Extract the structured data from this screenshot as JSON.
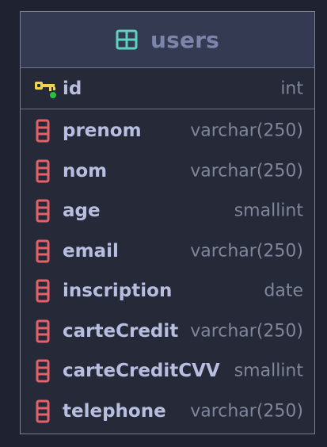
{
  "table": {
    "name": "users",
    "icon": "table-icon",
    "colors": {
      "header_bg": "#343a52",
      "title": "#7c84a8",
      "field_name": "#b8bee0",
      "field_type": "#80859a",
      "column_icon": "#e5616a",
      "key_icon": "#f0d44a",
      "key_dot": "#27c241",
      "table_icon": "#5fd3c0"
    },
    "primary_key": {
      "name": "id",
      "type": "int",
      "icon": "primary-key-icon"
    },
    "fields": [
      {
        "name": "prenom",
        "type": "varchar(250)",
        "icon": "column-icon"
      },
      {
        "name": "nom",
        "type": "varchar(250)",
        "icon": "column-icon"
      },
      {
        "name": "age",
        "type": "smallint",
        "icon": "column-icon"
      },
      {
        "name": "email",
        "type": "varchar(250)",
        "icon": "column-icon"
      },
      {
        "name": "inscription",
        "type": "date",
        "icon": "column-icon"
      },
      {
        "name": "carteCredit",
        "type": "varchar(250)",
        "icon": "column-icon"
      },
      {
        "name": "carteCreditCVV",
        "type": "smallint",
        "icon": "column-icon"
      },
      {
        "name": "telephone",
        "type": "varchar(250)",
        "icon": "column-icon"
      }
    ]
  }
}
